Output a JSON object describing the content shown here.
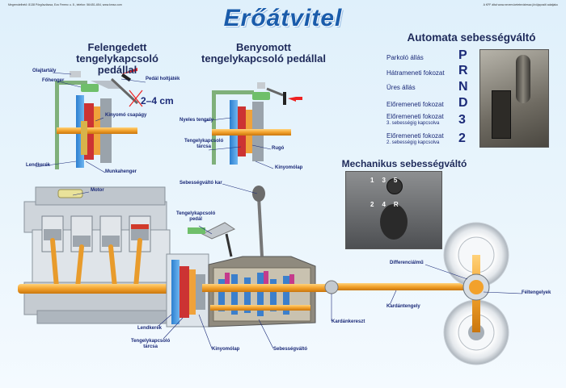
{
  "title": "Erőátvitel",
  "header_left": "Megrendelhető: 8138 Pörgöszlázsa, Ezo Ferenc u. 8., telefon: 56/451-654, www.kmsz.com",
  "header_right": "A KFF által www.nevem.ketetevizlessa jövöjapositi adatjaku",
  "sections": {
    "disengaged": "Felengedett\ntengelykapcsoló pedállal",
    "engaged": "Benyomott\ntengelykapcsoló pedállal",
    "automatic": "Automata sebességváltó",
    "manual": "Mechanikus sebességváltó"
  },
  "dimension": "2–4 cm",
  "automatic_gears": [
    {
      "label": "Parkoló állás",
      "sub": "",
      "letter": "P"
    },
    {
      "label": "Hátrameneti fokozat",
      "sub": "",
      "letter": "R"
    },
    {
      "label": "Üres állás",
      "sub": "",
      "letter": "N"
    },
    {
      "label": "Előremeneti fokozat",
      "sub": "",
      "letter": "D"
    },
    {
      "label": "Előremeneti fokozat",
      "sub": "3. sebességig kapcsolva",
      "letter": "3"
    },
    {
      "label": "Előremeneti fokozat",
      "sub": "2. sebességig kapcsolva",
      "letter": "2"
    }
  ],
  "manual_pattern": [
    "1",
    "3",
    "5",
    "2",
    "4",
    "R"
  ],
  "labels": {
    "olajtartaly": "Olajtartály",
    "fohenger": "Főhenger",
    "pedal_holtjatek": "Pedál holtjáték",
    "kinyomo_csapagy": "Kinyomó csapágy",
    "lendkerek_top": "Lendkerék",
    "munkahenger": "Munkahenger",
    "nyeles_tengely": "Nyeles tengely",
    "tengelykapcsolo_tarcsa_top": "Tengelykapcsoló\ntárcsa",
    "rugo": "Rugó",
    "kinyomolap_top": "Kinyomólap",
    "motor": "Motor",
    "sebessegvalto_kar": "Sebességváltó kar",
    "tengelykapcsolo_pedal": "Tengelykapcsoló\npedál",
    "differencialmu": "Differenciálmű",
    "feltengelyek": "Féltengelyek",
    "kardantengely": "Kardántengely",
    "kardankereszt": "Kardánkereszt",
    "lendkerek_bottom": "Lendkerék",
    "tengelykapcsolo_tarcsa_bottom": "Tengelykapcsoló\ntárcsa",
    "kinyomolap_bottom": "Kinyomólap",
    "sebessegvalto": "Sebességváltó"
  }
}
